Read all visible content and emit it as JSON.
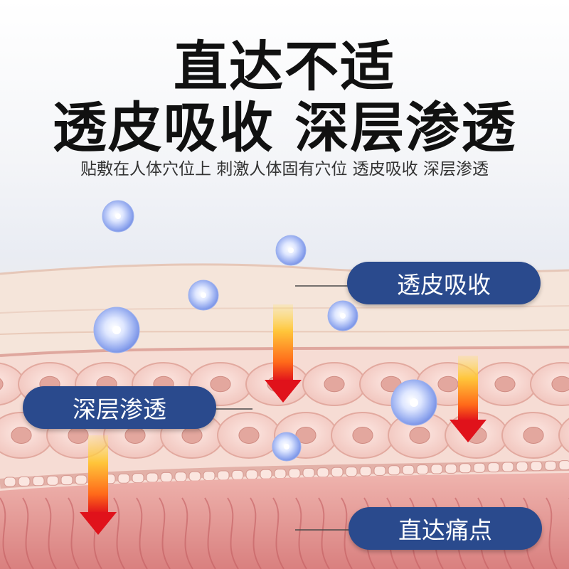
{
  "headline": {
    "line1": "直达不适",
    "line2": "透皮吸收 深层渗透"
  },
  "subtitle": "贴敷在人体穴位上 刺激人体固有穴位 透皮吸收 深层渗透",
  "labels": {
    "skin_absorption": "透皮吸收",
    "deep_penetration": "深层渗透",
    "reach_pain_point": "直达痛点"
  },
  "colors": {
    "pill": "#2a4a8d",
    "arrow_top": "#ffd84a",
    "arrow_bottom": "#e0121b",
    "skin_top": "#f6e6dc",
    "skin_cells": "#f8d9d2",
    "tissue": "#e79a98"
  }
}
